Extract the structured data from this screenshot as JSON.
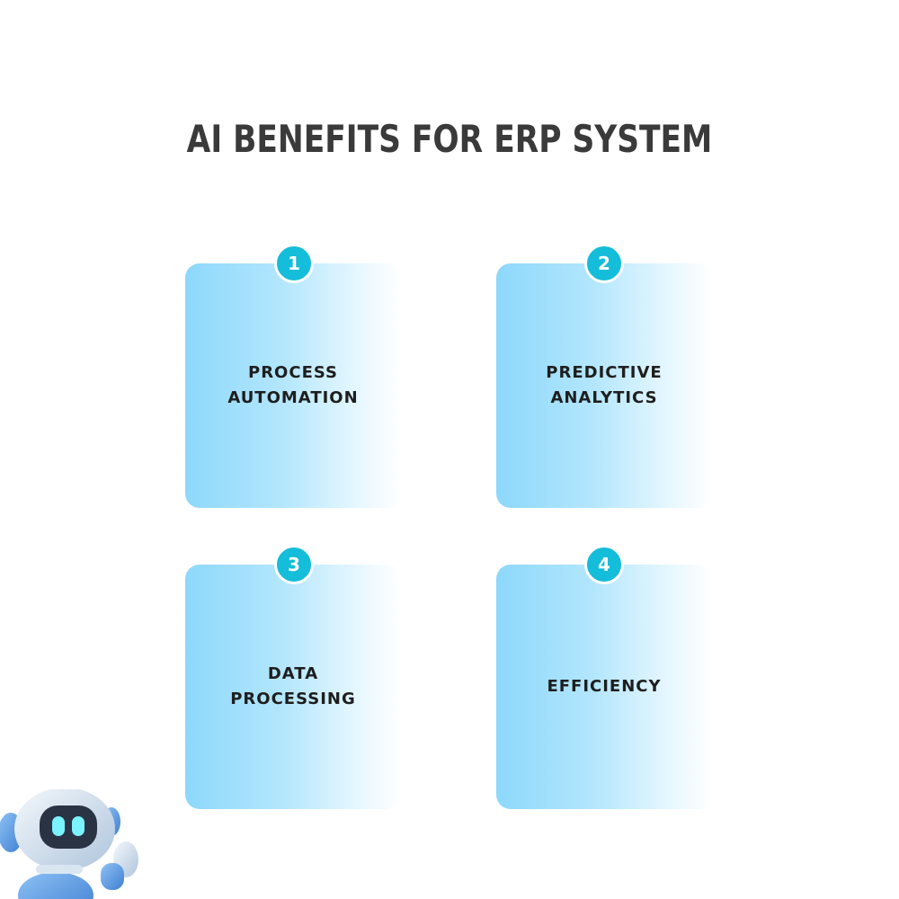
{
  "title": "AI BENEFITS FOR ERP SYSTEM",
  "colors": {
    "title": "#3a3a3a",
    "badge": "#14bdd9",
    "card_start": "#8dd8fb",
    "card_end": "#ffffff"
  },
  "cards": [
    {
      "number": "1",
      "lines": [
        "PROCESS",
        "AUTOMATION"
      ]
    },
    {
      "number": "2",
      "lines": [
        "PREDICTIVE",
        "ANALYTICS"
      ]
    },
    {
      "number": "3",
      "lines": [
        "DATA",
        "PROCESSING"
      ]
    },
    {
      "number": "4",
      "lines": [
        "EFFICIENCY"
      ]
    }
  ],
  "mascot": {
    "icon": "robot-mascot-icon"
  }
}
